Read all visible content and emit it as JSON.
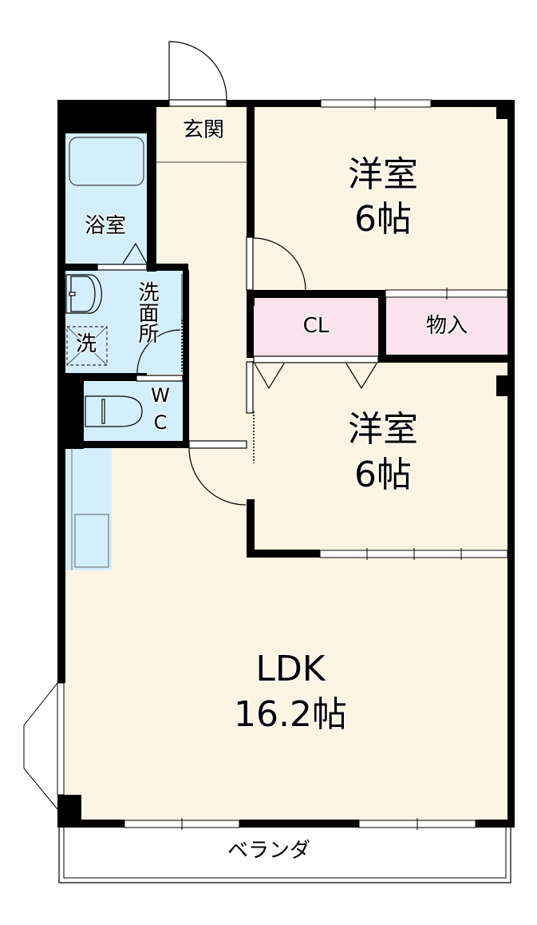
{
  "colors": {
    "wall": "#000000",
    "living_floor": "#fdf5e3",
    "wet_area": "#d3effb",
    "storage": "#fbe3ee",
    "outline": "#222222"
  },
  "rooms": {
    "genkan": {
      "label": "玄関"
    },
    "bath": {
      "label": "浴室"
    },
    "washroom": {
      "label": "洗面所",
      "washer_label": "洗"
    },
    "wc": {
      "label_w": "W",
      "label_c": "C"
    },
    "western_room_1": {
      "label": "洋室",
      "size": "6帖"
    },
    "closet": {
      "label": "CL"
    },
    "storage": {
      "label": "物入"
    },
    "western_room_2": {
      "label": "洋室",
      "size": "6帖"
    },
    "ldk": {
      "label": "LDK",
      "size": "16.2帖"
    },
    "veranda": {
      "label": "ベランダ"
    }
  }
}
